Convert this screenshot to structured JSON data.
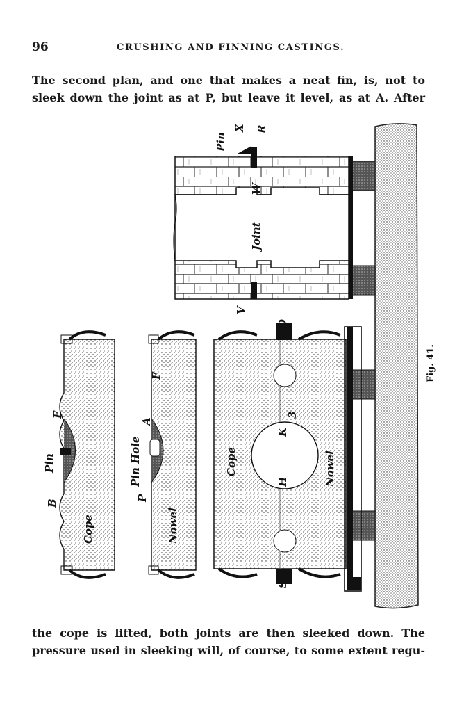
{
  "header": {
    "page_number": "96",
    "running_title": "CRUSHING AND FINNING CASTINGS."
  },
  "paragraph_top": {
    "lines": [
      "The second plan, and one that makes a neat fin, is, not to",
      "sleek down the joint as at P, but leave it level, as at A.  After"
    ]
  },
  "figure": {
    "caption": "Fig. 41.",
    "labels": {
      "pin_top": "Pin",
      "x": "X",
      "r": "R",
      "w": "W",
      "joint": "Joint",
      "v": "V",
      "d": "D",
      "pin_left": "Pin",
      "e": "E",
      "b": "B",
      "cope_left": "Cope",
      "pin_hole": "Pin Hole",
      "p": "P",
      "a": "A",
      "f": "F",
      "nowel_left": "Nowel",
      "cope_big": "Cope",
      "k": "K",
      "three": "3",
      "h": "H",
      "nowel_big": "Nowel",
      "s": "S"
    }
  },
  "paragraph_bottom": {
    "lines": [
      "the cope is lifted, both joints are then sleeked down.  The",
      "pressure used in sleeking will, of course, to some extent regu-"
    ]
  }
}
